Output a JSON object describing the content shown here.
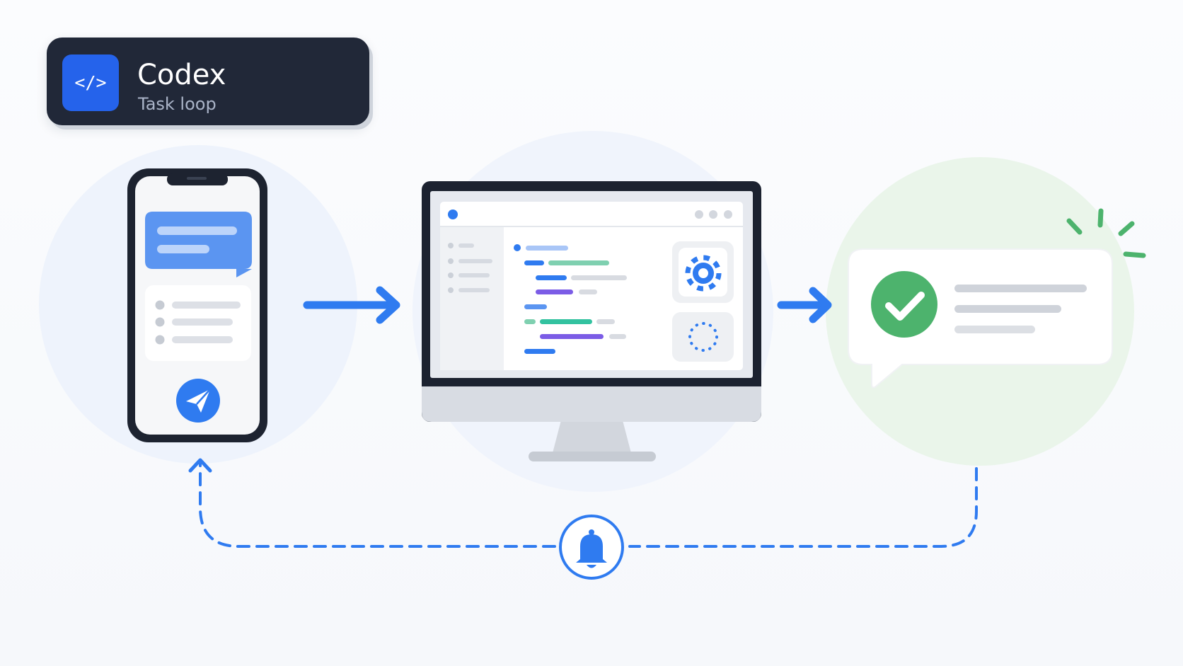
{
  "brand": {
    "logo_glyph": "</>",
    "title": "Codex",
    "subtitle": "Task loop"
  },
  "colors": {
    "primary_blue": "#2563eb",
    "arrow_blue": "#2f7bf0",
    "success_green": "#4db36d",
    "card_dark": "#212838",
    "bg_circle_blue": "#eef3fc",
    "bg_circle_green": "#eaf5ea"
  },
  "steps": [
    {
      "name": "phone",
      "icon": "send-icon"
    },
    {
      "name": "desktop",
      "icon": "gear-icon"
    },
    {
      "name": "result",
      "icon": "check-icon"
    }
  ],
  "feedback": {
    "icon": "bell-icon"
  }
}
